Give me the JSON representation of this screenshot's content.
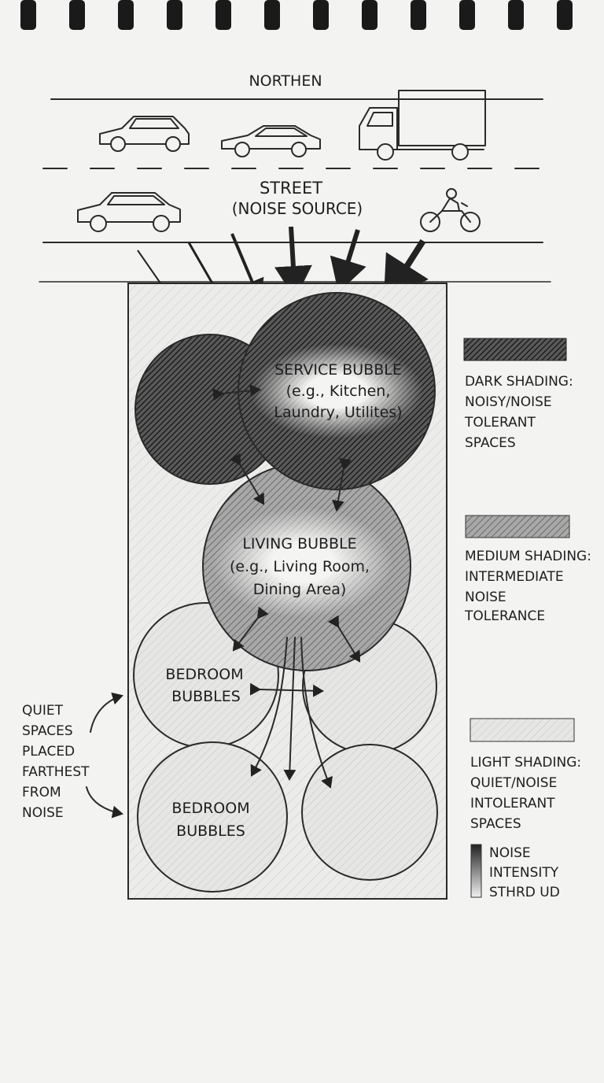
{
  "street": {
    "north_label": "NORTHEN",
    "street_label": "STREET",
    "source_label": "(NOISE SOURCE)"
  },
  "bubbles": {
    "service": [
      "SERVICE BUBBLE",
      "(e.g., Kitchen,",
      "Laundry, Utilites)"
    ],
    "living": [
      "LIVING BUBBLE",
      "(e.g., Living Room,",
      "Dining Area)"
    ],
    "bedroom_upper": [
      "BEDROOM",
      "BUBBLES"
    ],
    "bedroom_lower": [
      "BEDROOM",
      "BUBBLES"
    ]
  },
  "annotation": [
    "QUIET",
    "SPACES",
    "PLACED",
    "FARTHEST",
    "FROM",
    "NOISE"
  ],
  "legend": {
    "dark": [
      "DARK SHADING:",
      "NOISY/NOISE",
      "TOLERANT",
      "SPACES"
    ],
    "medium": [
      "MEDIUM SHADING:",
      "INTERMEDIATE",
      "NOISE",
      "TOLERANCE"
    ],
    "light": [
      "LIGHT SHADING:",
      "QUIET/NOISE",
      "INTOLERANT",
      "SPACES"
    ],
    "gradient": [
      "NOISE",
      "INTENSITY",
      "STHRD UD"
    ]
  },
  "colors": {
    "paper": "#f3f3f2",
    "pencil": "#2a2a2a",
    "dark": "#3a3a3a",
    "medium": "#8a8a8a",
    "light": "#d8d8d8"
  }
}
